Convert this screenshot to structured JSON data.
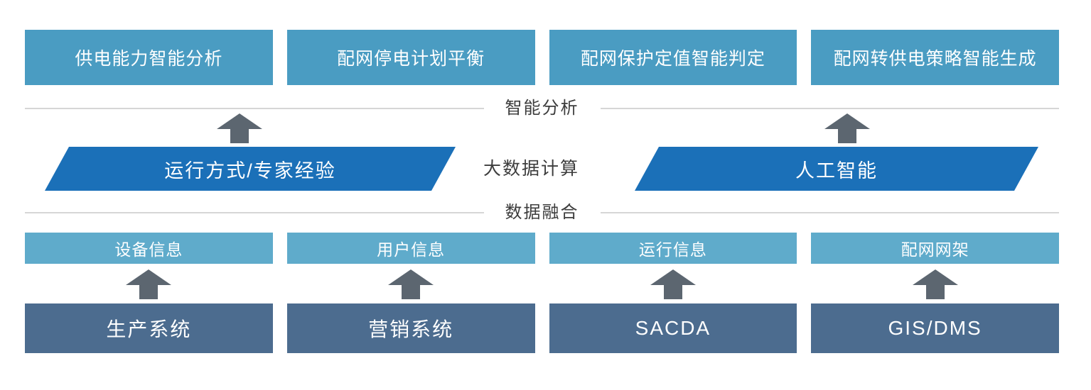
{
  "colors": {
    "teal": "#4A9CC2",
    "light_teal": "#5FABCB",
    "blue": "#1B70B8",
    "slate": "#4C6C8F",
    "arrow": "#5C6670",
    "divider": "#D6D6D6",
    "label": "#3D3D3D"
  },
  "top_applications": {
    "items": [
      {
        "label": "供电能力智能分析"
      },
      {
        "label": "配网停电计划平衡"
      },
      {
        "label": "配网保护定值智能判定"
      },
      {
        "label": "配网转供电策略智能生成"
      }
    ]
  },
  "layer_labels": {
    "intelligent_analysis": "智能分析",
    "big_data_computing": "大数据计算",
    "data_fusion": "数据融合"
  },
  "engines": {
    "left": {
      "label": "运行方式/专家经验"
    },
    "right": {
      "label": "人工智能"
    }
  },
  "data_sources": {
    "columns": [
      {
        "info_label": "设备信息",
        "system_label": "生产系统"
      },
      {
        "info_label": "用户信息",
        "system_label": "营销系统"
      },
      {
        "info_label": "运行信息",
        "system_label": "SACDA"
      },
      {
        "info_label": "配网网架",
        "system_label": "GIS/DMS"
      }
    ]
  }
}
